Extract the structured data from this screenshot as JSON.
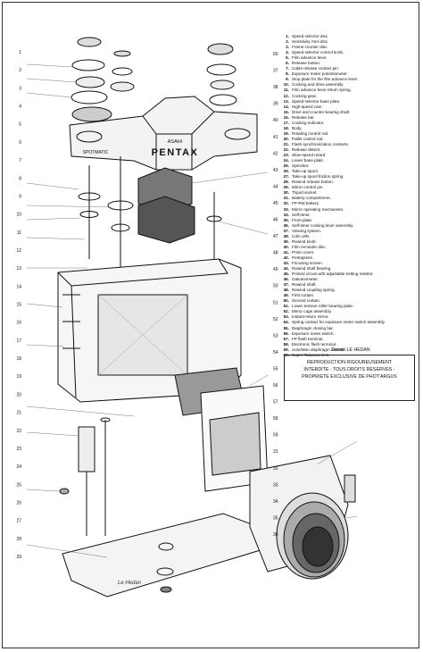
{
  "legend": [
    {
      "n": "1",
      "t": "Speed selector disc."
    },
    {
      "n": "2",
      "t": "Sensitivity ASA disc."
    },
    {
      "n": "3",
      "t": "Frame counter disc."
    },
    {
      "n": "4",
      "t": "Speed selector control knob."
    },
    {
      "n": "5",
      "t": "Film advance lever."
    },
    {
      "n": "6",
      "t": "Release button."
    },
    {
      "n": "7",
      "t": "Cable release contact pin."
    },
    {
      "n": "8",
      "t": "Exposure meter potentiometer."
    },
    {
      "n": "9",
      "t": "Stop plate for the film advance lever."
    },
    {
      "n": "10",
      "t": "Cocking and drive assembly."
    },
    {
      "n": "11",
      "t": "Film advance lever return spring."
    },
    {
      "n": "12",
      "t": "Cocking gear."
    },
    {
      "n": "13",
      "t": "Speed selector base plate."
    },
    {
      "n": "14",
      "t": "High-speed cam."
    },
    {
      "n": "15",
      "t": "Drive and counter bearing shaft."
    },
    {
      "n": "16",
      "t": "Release bar."
    },
    {
      "n": "17",
      "t": "Cocking indicator."
    },
    {
      "n": "18",
      "t": "Body."
    },
    {
      "n": "19",
      "t": "Rotating control rod."
    },
    {
      "n": "20",
      "t": "Pallet control rod."
    },
    {
      "n": "21",
      "t": "Flash synchronization contacts."
    },
    {
      "n": "22",
      "t": "Release detent."
    },
    {
      "n": "23",
      "t": "Slow-speed retard."
    },
    {
      "n": "24",
      "t": "Lower base plate."
    },
    {
      "n": "25",
      "t": "Sprocket."
    },
    {
      "n": "26",
      "t": "Take-up spool."
    },
    {
      "n": "27",
      "t": "Take-up spool friction spring."
    },
    {
      "n": "28",
      "t": "Rewind release button."
    },
    {
      "n": "29",
      "t": "Mirror control pin."
    },
    {
      "n": "30",
      "t": "Tripod socket."
    },
    {
      "n": "31",
      "t": "Battery compartment."
    },
    {
      "n": "32",
      "t": "FP-RM battery."
    },
    {
      "n": "33",
      "t": "Mirror operating mechanism."
    },
    {
      "n": "34",
      "t": "Self-timer."
    },
    {
      "n": "35",
      "t": "Front plate."
    },
    {
      "n": "36",
      "t": "Self-timer cocking lever assembly."
    },
    {
      "n": "37",
      "t": "Viewing system."
    },
    {
      "n": "38",
      "t": "CdS cells."
    },
    {
      "n": "39",
      "t": "Rewind knob."
    },
    {
      "n": "40",
      "t": "Film reminder disc."
    },
    {
      "n": "41",
      "t": "Prism cover."
    },
    {
      "n": "42",
      "t": "Pentaprism."
    },
    {
      "n": "43",
      "t": "Focusing screen."
    },
    {
      "n": "44",
      "t": "Rewind shaft bearing."
    },
    {
      "n": "45",
      "t": "Printed circuit with adjustable setting resistor."
    },
    {
      "n": "46",
      "t": "Galvanometer."
    },
    {
      "n": "47",
      "t": "Rewind shaft."
    },
    {
      "n": "48",
      "t": "Rewind coupling spring."
    },
    {
      "n": "49",
      "t": "First curtain."
    },
    {
      "n": "50",
      "t": "Second curtain."
    },
    {
      "n": "51",
      "t": "Lower tension roller bearing plate."
    },
    {
      "n": "52",
      "t": "Mirror cage assembly."
    },
    {
      "n": "53",
      "t": "Instant-return mirror."
    },
    {
      "n": "54",
      "t": "Spring contact for exposure meter switch assembly."
    },
    {
      "n": "55",
      "t": "Diaphragm closing bar."
    },
    {
      "n": "56",
      "t": "Exposure meter switch."
    },
    {
      "n": "57",
      "t": "FP flash terminal."
    },
    {
      "n": "58",
      "t": "Electronic flash terminal."
    },
    {
      "n": "59",
      "t": "Auto/Man diaphragm control."
    },
    {
      "n": "60",
      "t": "Super-Takumar lens."
    }
  ],
  "credit": {
    "artist": "Dessin LE HEDAN",
    "box_lines": [
      "REPRODUCTION RIGOUREUSEMENT",
      "INTERDITE - TOUS DROITS RESERVES -",
      "PROPRIETE EXCLUSIVE DE PHOT'ARGUS"
    ]
  },
  "top_cover": {
    "brand_small": "ASAHI",
    "brand": "PENTAX",
    "model": "SPOTMATIC"
  },
  "signature": "Le Hedan",
  "callouts": {
    "left": [
      "1",
      "2",
      "3",
      "4",
      "5",
      "6",
      "7",
      "8",
      "9",
      "10",
      "11",
      "12",
      "13",
      "14",
      "15",
      "16",
      "17",
      "18",
      "19",
      "20",
      "21",
      "22",
      "23",
      "24",
      "25",
      "26",
      "27",
      "28",
      "29"
    ],
    "right": [
      "60",
      "37",
      "38",
      "39",
      "40",
      "41",
      "42",
      "43",
      "44",
      "45",
      "46",
      "47",
      "48",
      "49",
      "50",
      "51",
      "52",
      "53",
      "54",
      "55",
      "56",
      "57",
      "58",
      "59",
      "31",
      "32",
      "33",
      "34",
      "35",
      "36"
    ]
  }
}
